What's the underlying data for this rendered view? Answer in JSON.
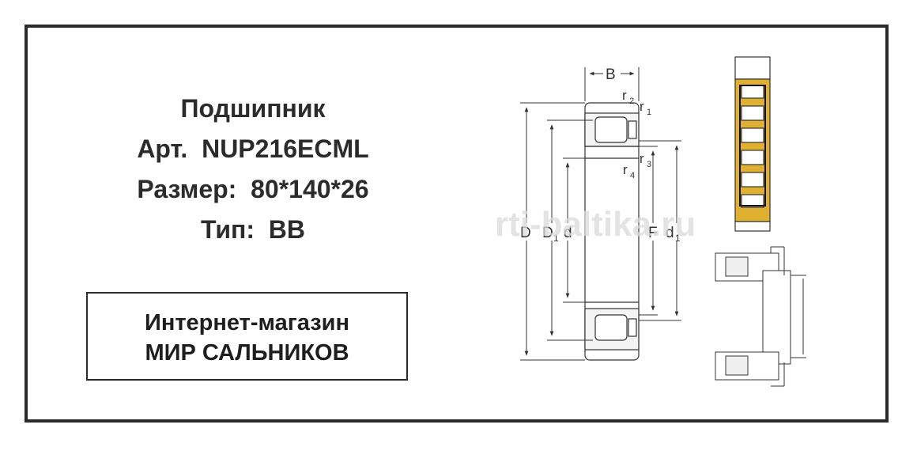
{
  "product": {
    "title": "Подшипник",
    "article_label": "Арт.",
    "article_value": "NUP216ECML",
    "size_label": "Размер:",
    "size_value": "80*140*26",
    "type_label": "Тип:",
    "type_value": "BB"
  },
  "shop": {
    "line1": "Интернет-магазин",
    "line2": "МИР САЛЬНИКОВ"
  },
  "diagram": {
    "labels": {
      "B": "B",
      "r2": "r",
      "r2_sub": "2",
      "r1": "r",
      "r1_sub": "1",
      "r3": "r",
      "r3_sub": "3",
      "r4": "r",
      "r4_sub": "4",
      "D": "D",
      "D1": "D",
      "D1_sub": "1",
      "d": "d",
      "F": "F",
      "d1": "d",
      "d1_sub": "1"
    },
    "accent_color": "#e0b030"
  },
  "watermark": "rti-baltika.ru"
}
